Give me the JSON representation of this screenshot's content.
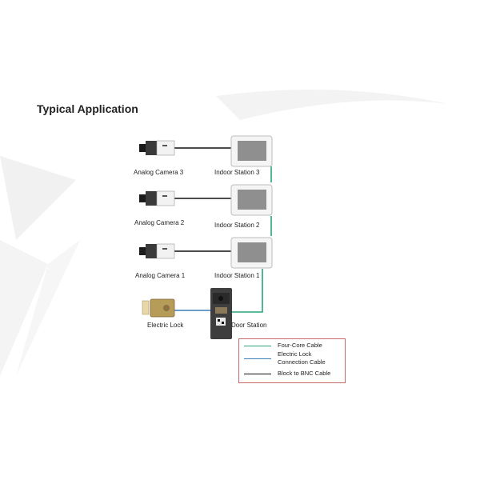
{
  "title": "Typical Application",
  "cameras": [
    {
      "label": "Analog Camera 3"
    },
    {
      "label": "Analog Camera 2"
    },
    {
      "label": "Analog Camera 1"
    }
  ],
  "stations": [
    {
      "label": "Indoor Station 3"
    },
    {
      "label": "Indoor Station 2"
    },
    {
      "label": "Indoor Station 1"
    }
  ],
  "lock": {
    "label": "Electric Lock"
  },
  "door_station": {
    "label": "Door Station"
  },
  "legend": {
    "items": [
      {
        "label": "Four-Core Cable",
        "color": "#2aa37a"
      },
      {
        "label_line1": "Electric Lock",
        "label_line2": "Connection Cable",
        "color": "#3a7fb8"
      },
      {
        "label": "Block to BNC Cable",
        "color": "#111111"
      }
    ]
  },
  "colors": {
    "four_core": "#2aa37a",
    "lock_cable": "#3a7fb8",
    "bnc": "#111111",
    "legend_border": "#c66a6a"
  }
}
